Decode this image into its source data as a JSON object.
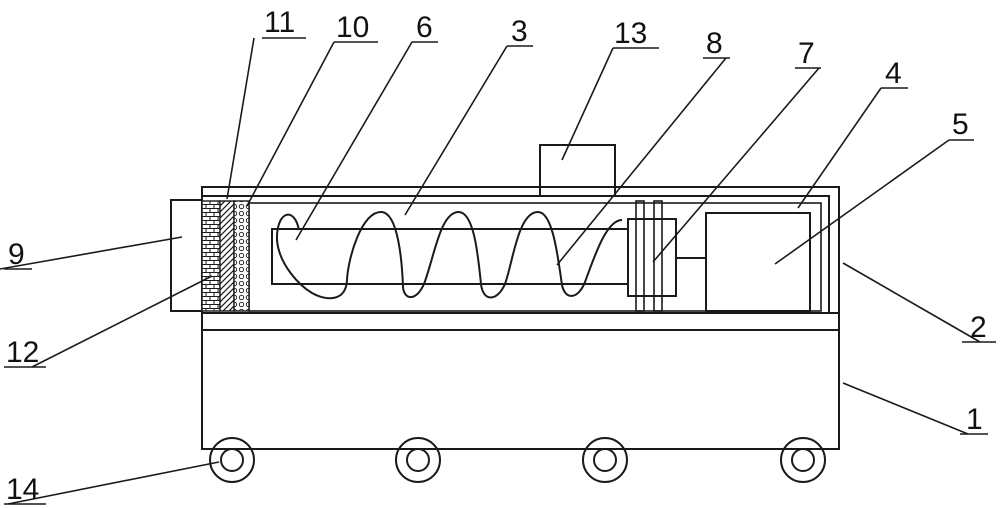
{
  "labels": {
    "n1": "1",
    "n2": "2",
    "n3": "3",
    "n4": "4",
    "n5": "5",
    "n6": "6",
    "n7": "7",
    "n8": "8",
    "n9": "9",
    "n10": "10",
    "n11": "11",
    "n12": "12",
    "n13": "13",
    "n14": "14"
  }
}
